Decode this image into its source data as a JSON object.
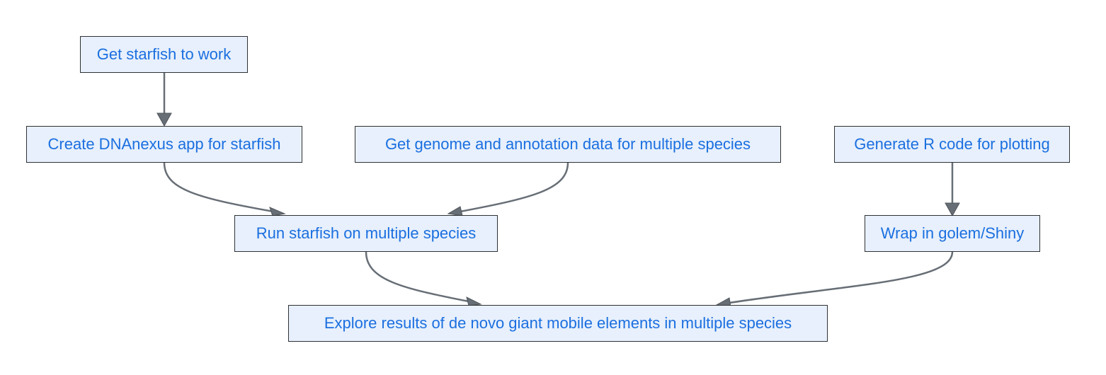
{
  "diagram": {
    "colors": {
      "node_fill": "#e7f0fc",
      "node_border": "#2f3133",
      "node_text": "#1b6fe0",
      "edge": "#676e76"
    },
    "nodes": {
      "get_starfish": {
        "label": "Get starfish to work"
      },
      "create_app": {
        "label": "Create DNAnexus app for starfish"
      },
      "get_genome": {
        "label": "Get genome and annotation data for multiple species"
      },
      "generate_r": {
        "label": "Generate R code for plotting"
      },
      "run_starfish": {
        "label": "Run starfish on multiple species"
      },
      "wrap_shiny": {
        "label": "Wrap in golem/Shiny"
      },
      "explore": {
        "label": "Explore results of de novo giant mobile elements in multiple species"
      }
    },
    "edges": [
      {
        "from": "get_starfish",
        "to": "create_app"
      },
      {
        "from": "create_app",
        "to": "run_starfish"
      },
      {
        "from": "get_genome",
        "to": "run_starfish"
      },
      {
        "from": "generate_r",
        "to": "wrap_shiny"
      },
      {
        "from": "run_starfish",
        "to": "explore"
      },
      {
        "from": "wrap_shiny",
        "to": "explore"
      }
    ]
  }
}
